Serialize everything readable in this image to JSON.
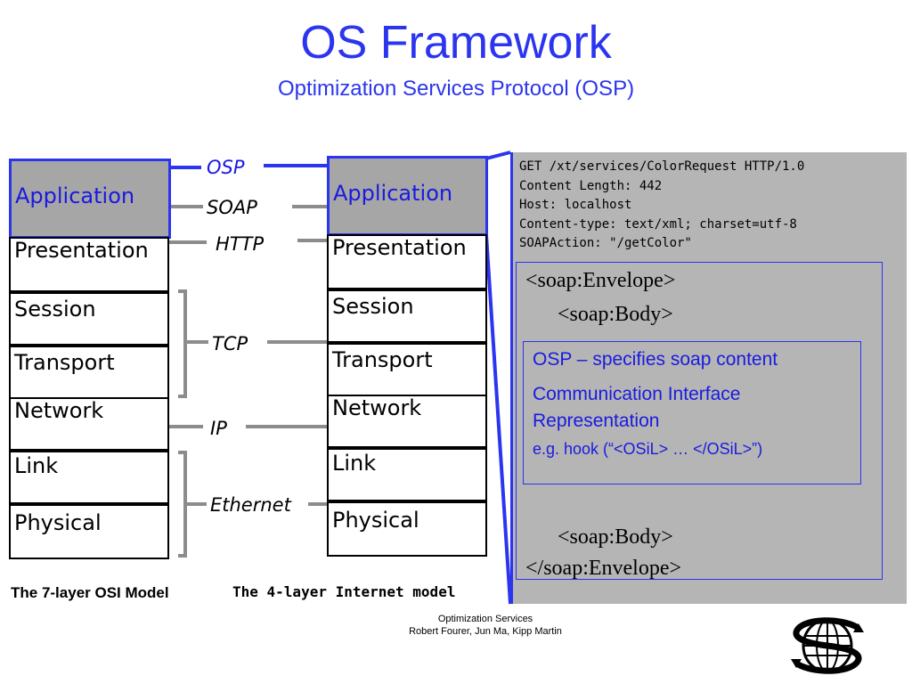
{
  "title": "OS Framework",
  "subtitle": "Optimization Services Protocol (OSP)",
  "osi_layers": [
    "Application",
    "Presentation",
    "Session",
    "Transport",
    "Network",
    "Link",
    "Physical"
  ],
  "internet_layers": [
    "Application",
    "Presentation",
    "Session",
    "Transport",
    "Network",
    "Link",
    "Physical"
  ],
  "protocols": {
    "osp": "OSP",
    "soap": "SOAP",
    "http": "HTTP",
    "tcp": "TCP",
    "ip": "IP",
    "ethernet": "Ethernet"
  },
  "captions": {
    "osi": "The 7-layer OSI Model",
    "internet": "The 4-layer Internet model"
  },
  "http_header": "GET /xt/services/ColorRequest HTTP/1.0\nContent Length: 442\nHost: localhost\nContent-type: text/xml; charset=utf-8\nSOAPAction: \"/getColor\"",
  "soap": {
    "envelope_open": "<soap:Envelope>",
    "body_open": "<soap:Body>",
    "body_close": "<soap:Body>",
    "envelope_close": "</soap:Envelope>"
  },
  "osp_content": {
    "line1": "OSP – specifies soap content",
    "line2": "Communication Interface Representation",
    "line3": "e.g. hook (“<OSiL> … </OSiL>”)"
  },
  "footer": {
    "line1": "Optimization Services",
    "line2": "Robert Fourer, Jun Ma, Kipp Martin"
  },
  "colors": {
    "title_blue": "#2b35f0",
    "connector_gray": "#8c8c8c",
    "panel_gray": "#b5b5b5"
  }
}
